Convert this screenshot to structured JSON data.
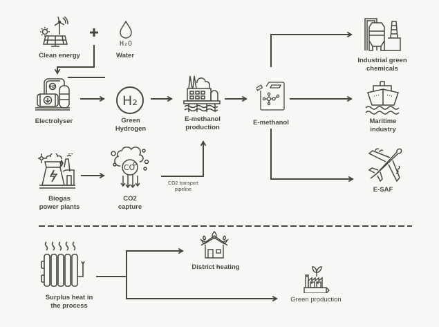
{
  "diagram": {
    "title": "E-methanol production value chain",
    "colors": {
      "stroke": "#45463a",
      "background": "#f8f7f5"
    },
    "nodes": {
      "clean_energy": {
        "label": "Clean energy",
        "icon": "solar-wind-icon"
      },
      "plus": {
        "label": "+",
        "icon": "plus-icon"
      },
      "water": {
        "label": "Water",
        "icon": "water-drop-icon",
        "formula": "H2O"
      },
      "electrolyser": {
        "label": "Electrolyser",
        "icon": "electrolyser-icon",
        "badge": "H2"
      },
      "green_hydrogen": {
        "label": "Green\nHydrogen",
        "icon": "hydrogen-icon",
        "symbol": "H2"
      },
      "emethanol_production": {
        "label": "E-methanol\nproduction",
        "icon": "offshore-plant-icon"
      },
      "emethanol": {
        "label": "E-methanol",
        "icon": "jerrycan-molecule-icon"
      },
      "industrial_chemicals": {
        "label": "Industrial green\nchemicals",
        "icon": "chemical-plant-icon"
      },
      "maritime": {
        "label": "Maritime\nindustry",
        "icon": "ship-icon"
      },
      "esaf": {
        "label": "E-SAF",
        "icon": "airplane-icon"
      },
      "biogas": {
        "label": "Biogas\npower plants",
        "icon": "power-plant-icon"
      },
      "co2_capture": {
        "label": "CO2\ncapture",
        "icon": "co2-capture-icon",
        "symbol": "CO2"
      },
      "pipeline": {
        "label": "CO2 transport\npipeline"
      },
      "surplus_heat": {
        "label": "Surplus heat in\nthe process",
        "icon": "radiator-icon"
      },
      "district_heating": {
        "label": "District heating",
        "icon": "house-fire-icon"
      },
      "green_production": {
        "label": "Green production",
        "icon": "green-factory-icon"
      }
    },
    "edges": [
      {
        "from": "clean_energy+water",
        "to": "electrolyser"
      },
      {
        "from": "electrolyser",
        "to": "green_hydrogen"
      },
      {
        "from": "green_hydrogen",
        "to": "emethanol_production"
      },
      {
        "from": "co2_capture",
        "to": "emethanol_production",
        "label": "CO2 transport pipeline"
      },
      {
        "from": "biogas",
        "to": "co2_capture"
      },
      {
        "from": "emethanol_production",
        "to": "emethanol"
      },
      {
        "from": "emethanol",
        "to": "industrial_chemicals"
      },
      {
        "from": "emethanol",
        "to": "maritime"
      },
      {
        "from": "emethanol",
        "to": "esaf"
      },
      {
        "from": "surplus_heat",
        "to": "district_heating"
      },
      {
        "from": "surplus_heat",
        "to": "green_production"
      }
    ]
  }
}
